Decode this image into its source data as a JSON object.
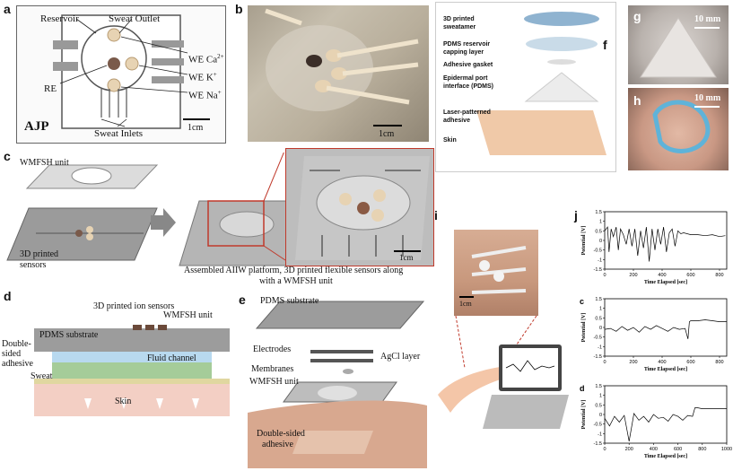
{
  "panel_labels": {
    "a": "a",
    "b": "b",
    "c": "c",
    "d": "d",
    "e": "e",
    "f": "f",
    "g": "g",
    "h": "h",
    "i": "i",
    "j": "j"
  },
  "a": {
    "reservoir": "Reservoir",
    "sweat_outlet": "Sweat Outlet",
    "we_ca": "WE Ca",
    "we_ca_sup": "2+",
    "we_k": "WE K",
    "we_k_sup": "+",
    "we_na": "WE Na",
    "we_na_sup": "+",
    "re": "RE",
    "ajp": "AJP",
    "sweat_inlets": "Sweat Inlets",
    "scale": "1cm"
  },
  "b": {
    "scale": "1cm"
  },
  "c": {
    "wmfsh_unit": "WMFSH unit",
    "printed_sensors_1": "3D printed",
    "printed_sensors_2": "sensors",
    "assembled": "Assembled AIIW platform, 3D printed flexible sensors along",
    "assembled_2": "with a WMFSH unit",
    "scale": "1cm"
  },
  "d": {
    "ion_sensors": "3D printed ion sensors",
    "wmfsh_unit": "WMFSH unit",
    "pdms": "PDMS substrate",
    "fluid_channel": "Fluid channel",
    "double_sided_1": "Double-",
    "double_sided_2": "sided",
    "double_sided_3": "adhesive",
    "sweat": "Sweat",
    "skin": "Skin"
  },
  "e": {
    "pdms": "PDMS substrate",
    "electrodes": "Electrodes",
    "agcl": "AgCl layer",
    "membranes": "Membranes",
    "wmfsh_unit": "WMFSH unit",
    "double_sided_1": "Double-sided",
    "double_sided_2": "adhesive"
  },
  "f": {
    "l1a": "3D printed",
    "l1b": "sweatamer",
    "l2a": "PDMS reservoir",
    "l2b": "capping layer",
    "l3": "Adhesive gasket",
    "l4a": "Epidermal port",
    "l4b": "interface (PDMS)",
    "l5a": "Laser-patterned",
    "l5b": "adhesive",
    "l6": "Skin"
  },
  "g": {
    "scale": "10 mm"
  },
  "h": {
    "scale": "10 mm"
  },
  "i": {
    "scale": "1cm"
  },
  "colors": {
    "accent_red": "#c0392b",
    "skin_pink": "#f3cfc4",
    "pdms_gray": "#9c9c9c",
    "channel_green": "#8fbf7f",
    "sensor_tan": "#e7d3b3",
    "re_brown": "#7a5a4a"
  },
  "chart_data": [
    {
      "type": "line",
      "panel": "j",
      "xlabel": "Time Elapsed [sec]",
      "ylabel": "Potential [V]",
      "xlim": [
        0,
        850
      ],
      "ylim": [
        -1.5,
        1.5
      ],
      "xticks": [
        "0",
        "200",
        "400",
        "600",
        "800"
      ],
      "yticks": [
        "1.5",
        "1",
        "0.5",
        "0",
        "-0.5",
        "-1",
        "-1.5"
      ],
      "x": [
        0,
        20,
        30,
        45,
        60,
        80,
        95,
        110,
        130,
        150,
        170,
        190,
        210,
        230,
        250,
        270,
        290,
        310,
        330,
        350,
        370,
        390,
        410,
        430,
        450,
        470,
        490,
        510,
        530,
        550,
        600,
        650,
        700,
        750,
        800,
        840
      ],
      "y": [
        0.5,
        0.7,
        -0.6,
        0.6,
        0.2,
        0.7,
        -0.5,
        0.6,
        0.3,
        -0.2,
        0.6,
        -0.3,
        0.6,
        -0.8,
        0.5,
        -0.4,
        0.7,
        -1.1,
        0.6,
        -0.5,
        0.6,
        -0.2,
        0.7,
        -0.6,
        0.4,
        0.6,
        -0.3,
        0.5,
        0.35,
        0.4,
        0.3,
        0.3,
        0.25,
        0.3,
        0.2,
        0.25
      ]
    },
    {
      "type": "line",
      "panel": "c",
      "xlabel": "Time Elapsed [sec]",
      "ylabel": "Potential [V]",
      "xlim": [
        0,
        850
      ],
      "ylim": [
        -1.5,
        1.5
      ],
      "xticks": [
        "0",
        "200",
        "400",
        "600",
        "800"
      ],
      "yticks": [
        "1.5",
        "1",
        "0.5",
        "0",
        "-0.5",
        "-1",
        "-1.5"
      ],
      "x": [
        0,
        40,
        80,
        120,
        160,
        200,
        240,
        280,
        320,
        360,
        400,
        440,
        480,
        520,
        560,
        580,
        590,
        600,
        650,
        700,
        750,
        800,
        850
      ],
      "y": [
        -0.1,
        -0.05,
        -0.2,
        0.05,
        -0.15,
        0.0,
        -0.25,
        0.05,
        -0.1,
        0.1,
        -0.05,
        -0.2,
        0.0,
        -0.1,
        -0.05,
        -0.6,
        0.3,
        0.35,
        0.35,
        0.4,
        0.35,
        0.3,
        0.3
      ]
    },
    {
      "type": "line",
      "panel": "d",
      "xlabel": "Time Elapsed [sec]",
      "ylabel": "Potential [V]",
      "xlim": [
        0,
        1000
      ],
      "ylim": [
        -1.5,
        1.5
      ],
      "xticks": [
        "0",
        "200",
        "400",
        "600",
        "800",
        "1000"
      ],
      "yticks": [
        "1.5",
        "1",
        "0.5",
        "0",
        "-0.5",
        "-1",
        "-1.5"
      ],
      "x": [
        0,
        40,
        80,
        120,
        160,
        200,
        240,
        280,
        320,
        360,
        400,
        440,
        480,
        520,
        560,
        600,
        640,
        680,
        720,
        740,
        760,
        800,
        850,
        900,
        950,
        1000
      ],
      "y": [
        -0.2,
        -0.6,
        -0.1,
        -0.4,
        -0.05,
        -1.4,
        0.05,
        -0.3,
        -0.1,
        -0.4,
        0.0,
        -0.2,
        -0.15,
        -0.35,
        0.0,
        -0.1,
        -0.3,
        -0.05,
        -0.1,
        0.35,
        0.35,
        0.3,
        0.3,
        0.3,
        0.3,
        0.3
      ]
    }
  ]
}
